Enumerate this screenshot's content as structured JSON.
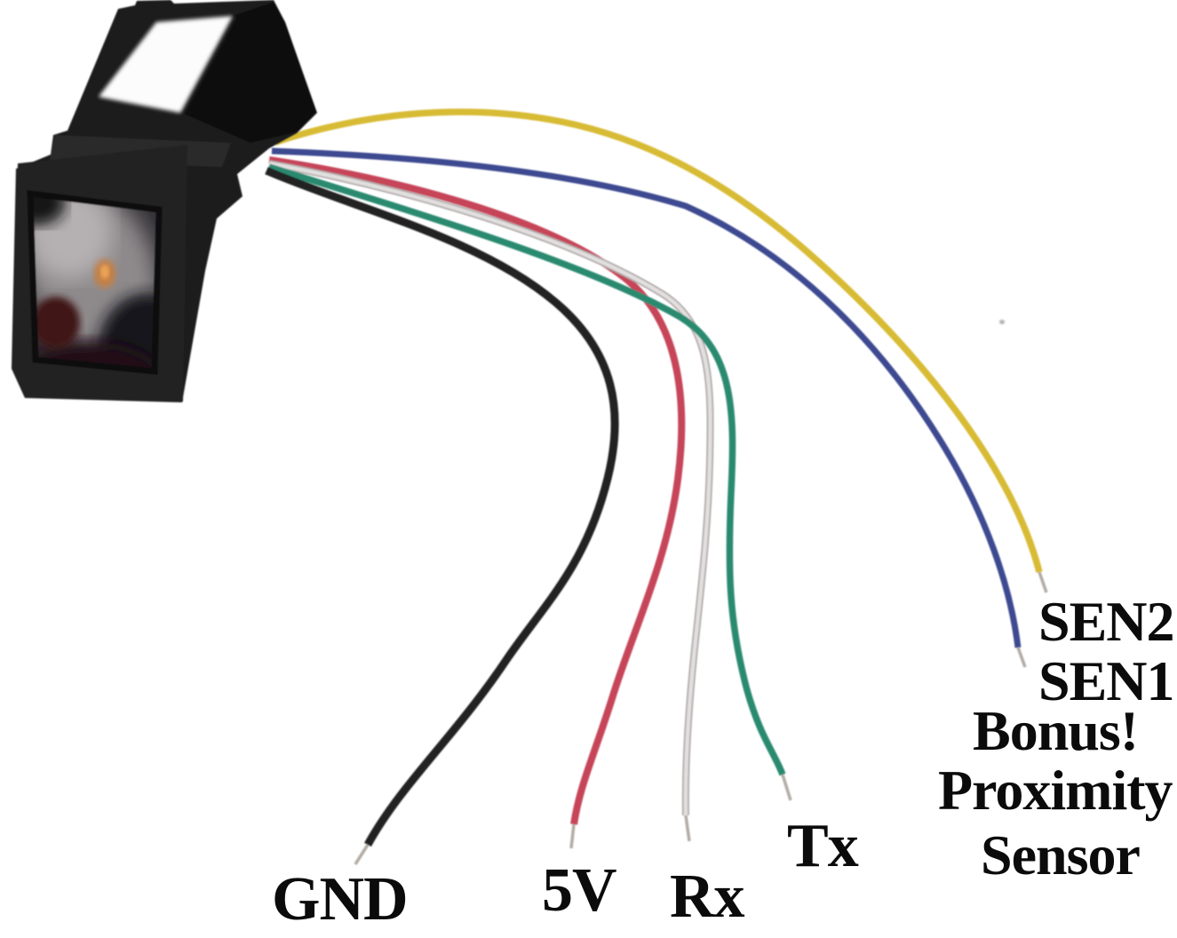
{
  "figure": {
    "title": "Optical fingerprint sensor module with six breakout wires",
    "background_color": "#ffffff"
  },
  "module": {
    "name": "optical-fingerprint-sensor",
    "body_color": "#1b1b1b",
    "plate_color": "#111111",
    "collar_color": "#2d2b2c",
    "top_window_color": "#fcfcfc",
    "front_face_color": "#232122",
    "front_window_color": "#38353a"
  },
  "wires": [
    {
      "name": "black",
      "color": "#232121",
      "signal": "GND"
    },
    {
      "name": "red",
      "color": "#c64459",
      "signal": "5V"
    },
    {
      "name": "white",
      "color": "#e2dfdf",
      "edge_color": "#b0a9a9",
      "signal": "Rx"
    },
    {
      "name": "green",
      "color": "#2c8a70",
      "signal": "Tx"
    },
    {
      "name": "blue",
      "color": "#3c4a90",
      "signal": "SEN1"
    },
    {
      "name": "yellow",
      "color": "#d8bb35",
      "signal": "SEN2"
    }
  ],
  "bare_tip_color": "#b3aca4",
  "wire_labels": {
    "gnd": "GND",
    "five_v": "5V",
    "rx": "Rx",
    "tx": "Tx",
    "sen2": "SEN2",
    "sen1": "SEN1",
    "bonus_line1": "Bonus!",
    "bonus_line2": "Proximity",
    "bonus_line3": "Sensor"
  }
}
